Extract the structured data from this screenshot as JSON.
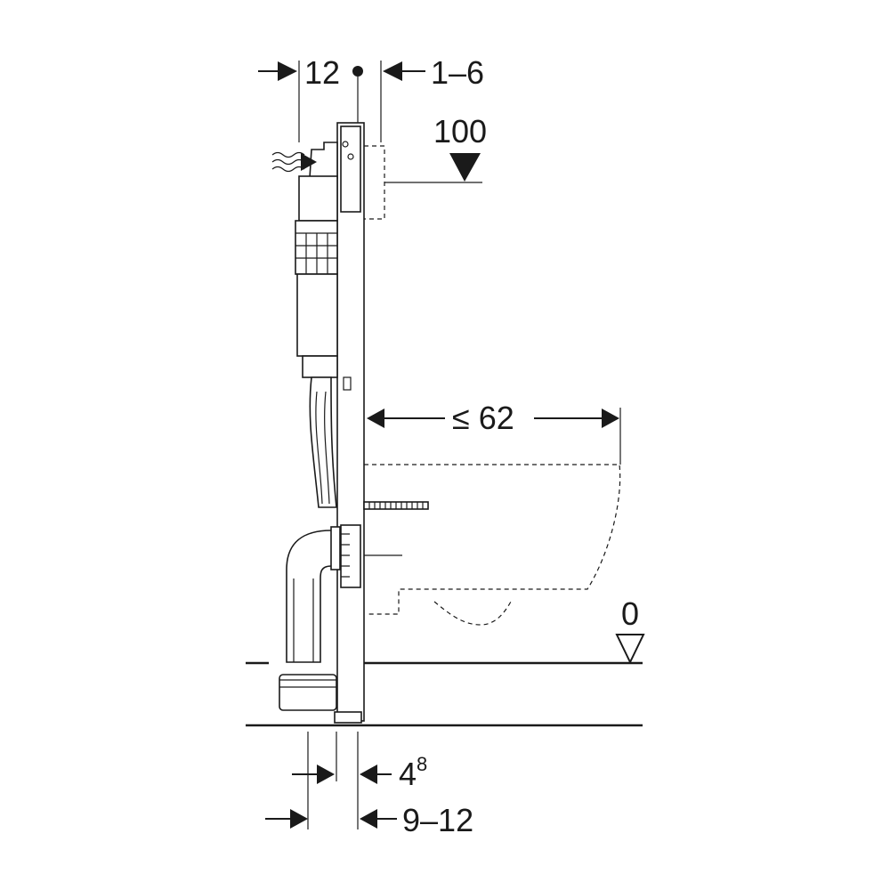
{
  "dimensions": {
    "top_left": "12",
    "top_right": "1–6",
    "upper": "100",
    "projection": "≤ 62",
    "level": "0",
    "bottom_inner": "4",
    "bottom_inner_sup": "8",
    "bottom_outer": "9–12"
  },
  "icons": {
    "airflow": "water-inlet-icon",
    "level_triangle": "level-marker-icon"
  }
}
